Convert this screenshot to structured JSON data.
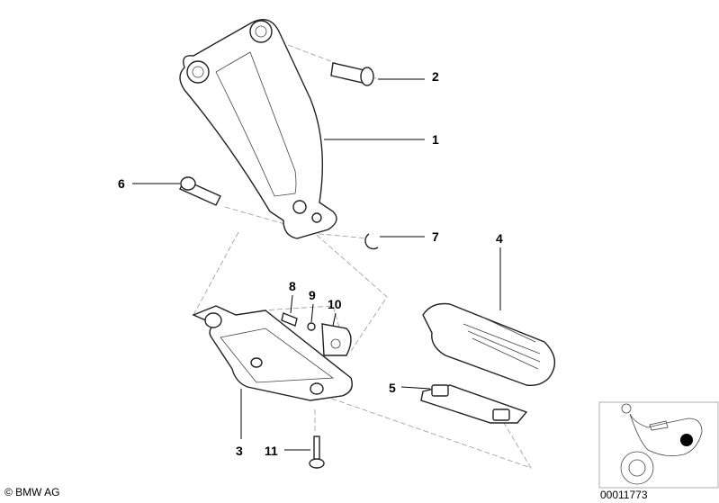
{
  "callouts": [
    "1",
    "2",
    "3",
    "4",
    "5",
    "6",
    "7",
    "8",
    "9",
    "10",
    "11"
  ],
  "copyright": "© BMW AG",
  "diagram_number": "00011773",
  "locator_icon": "motorcycle-locator-icon"
}
